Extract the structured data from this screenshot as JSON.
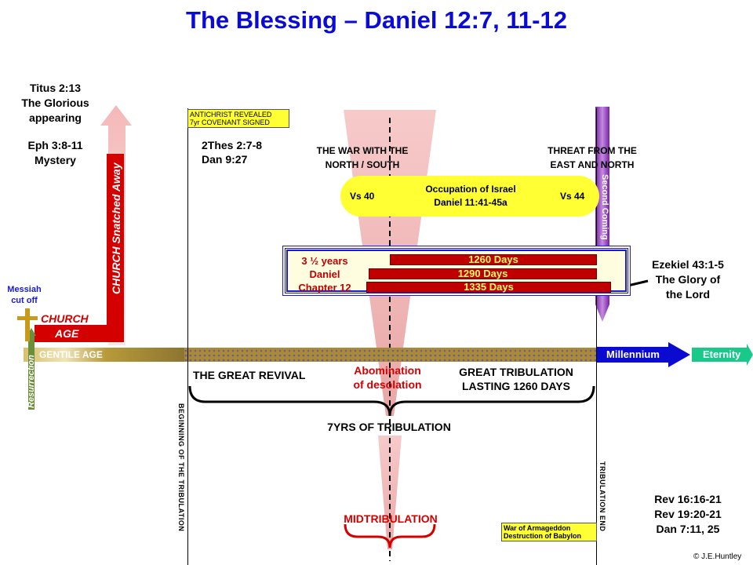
{
  "title": "The Blessing – Daniel 12:7, 11-12",
  "left_refs": {
    "line1": "Titus 2:13",
    "line2": "The Glorious",
    "line3": "appearing",
    "line4": "Eph 3:8-11",
    "line5": "Mystery"
  },
  "church_snatched": "CHURCH Snatched Away",
  "messiah": {
    "line1": "Messiah",
    "line2": "cut off"
  },
  "church_age": {
    "line1": "CHURCH",
    "line2": "AGE"
  },
  "resurrection": "Resurrection",
  "gentile_age": "GENTILE AGE",
  "antichrist_box": {
    "line1": "ANTICHRIST  REVEALED",
    "line2": "7yr COVENANT  SIGNED"
  },
  "thes_ref": {
    "line1": "2Thes 2:7-8",
    "line2": "Dan 9:27"
  },
  "war_north_south": {
    "line1": "THE WAR WITH THE",
    "line2": "NORTH / SOUTH"
  },
  "threat_east_north": {
    "line1": "THREAT FROM THE",
    "line2": "EAST AND NORTH"
  },
  "occupation": {
    "vs40": "Vs 40",
    "line1": "Occupation of Israel",
    "line2": "Daniel 11:41-45a",
    "vs44": "Vs 44"
  },
  "second_coming": "Second Coming",
  "daniel_box": {
    "line1": "3 ½ years",
    "line2": "Daniel",
    "line3": "Chapter 12"
  },
  "days": [
    "1260 Days",
    "1290 Days",
    "1335 Days"
  ],
  "ezekiel": {
    "line1": "Ezekiel 43:1-5",
    "line2": "The Glory of",
    "line3": "the Lord"
  },
  "millennium": "Millennium",
  "eternity": "Eternity",
  "great_revival": "THE GREAT REVIVAL",
  "abomination": {
    "line1": "Abomination",
    "line2": "of desolation"
  },
  "great_trib": {
    "line1": "GREAT TRIBULATION",
    "line2": "LASTING 1260 DAYS"
  },
  "seven_yrs": "7YRS OF TRIBULATION",
  "beginning": "BEGINNING  OF THE TRIBULATION",
  "trib_end": "TRIBULATION END",
  "midtribulation": "MIDTRIBULATION",
  "armageddon": {
    "line1": "War of Armageddon",
    "line2": "Destruction of Babylon"
  },
  "rev_refs": {
    "line1": "Rev 16:16-21",
    "line2": "Rev 19:20-21",
    "line3": "Dan 7:11, 25"
  },
  "copyright": "© J.E.Huntley",
  "colors": {
    "title": "#0b0bd6",
    "church": "#d40000",
    "yellow": "#ffff33",
    "blue_box": "#1a1ad6",
    "millennium": "#0a0ad0",
    "eternity": "#19c98a",
    "second_coming": "#9a33cc",
    "gentile": "#c9a43a"
  }
}
